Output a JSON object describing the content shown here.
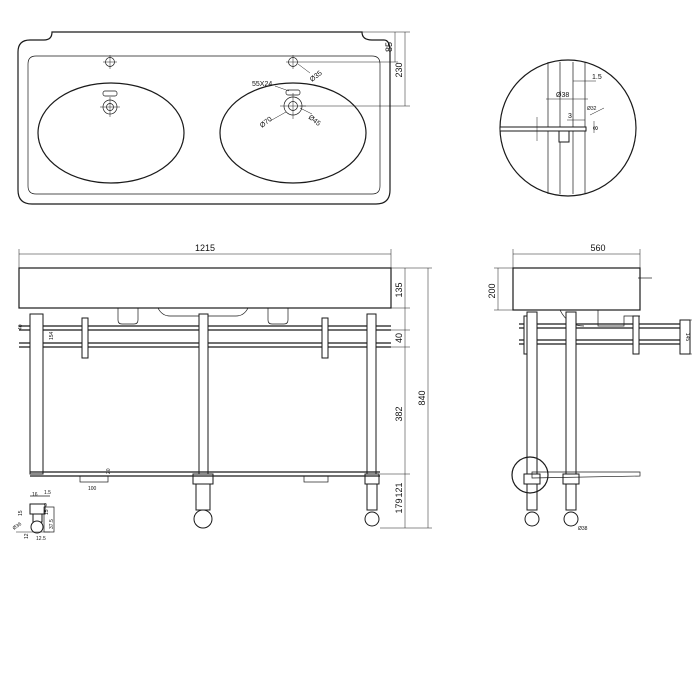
{
  "top_view": {
    "dim_85": "85",
    "dim_230": "230",
    "waste_size": "55X24",
    "tap_hole": "Ø35",
    "waste_outer": "Ø70",
    "waste_inner": "Ø45"
  },
  "detail_view": {
    "dim_1_5": "1.5",
    "dim_38": "Ø38",
    "dim_3": "3",
    "dim_8": "8",
    "dim_small": "Ø32"
  },
  "front_view": {
    "width": "1215",
    "dim_135": "135",
    "dim_40": "40",
    "dim_382": "382",
    "dim_840": "840",
    "dim_121": "121",
    "dim_179": "179",
    "dim_100": "100",
    "dim_20": "20",
    "dim_40s": "40",
    "dim_154": "154"
  },
  "foot_detail": {
    "d_16": "16",
    "d_1_5": "1.5",
    "d_9": "9",
    "d_15": "15",
    "d_15b": "15",
    "d_36": "Ø36",
    "d_12": "12",
    "d_37_5": "37.5",
    "d_12_5": "12.5"
  },
  "side_view": {
    "width": "560",
    "dim_200": "200",
    "dim_145": "145",
    "foot": "Ø38"
  }
}
